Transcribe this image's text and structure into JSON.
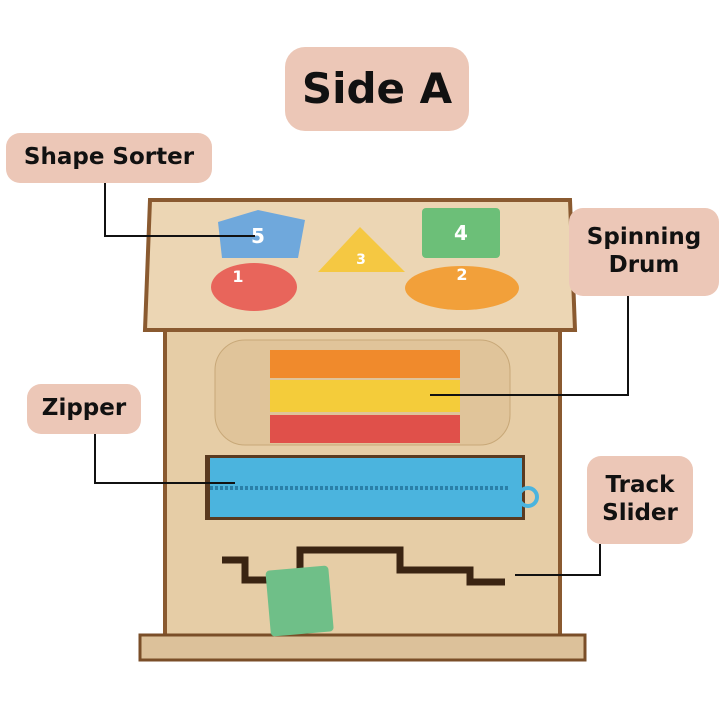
{
  "title": "Side A",
  "labels": {
    "shape_sorter": "Shape Sorter",
    "spinning_drum": "Spinning Drum",
    "zipper": "Zipper",
    "track_slider": "Track Slider"
  },
  "shapes": {
    "pentagon": "5",
    "triangle": "3",
    "square": "4",
    "circle": "1",
    "oval": "2"
  },
  "colors": {
    "label_bg": "#ecc7b7",
    "wood": "#e8cfa8",
    "zipper": "#4bb4de"
  }
}
